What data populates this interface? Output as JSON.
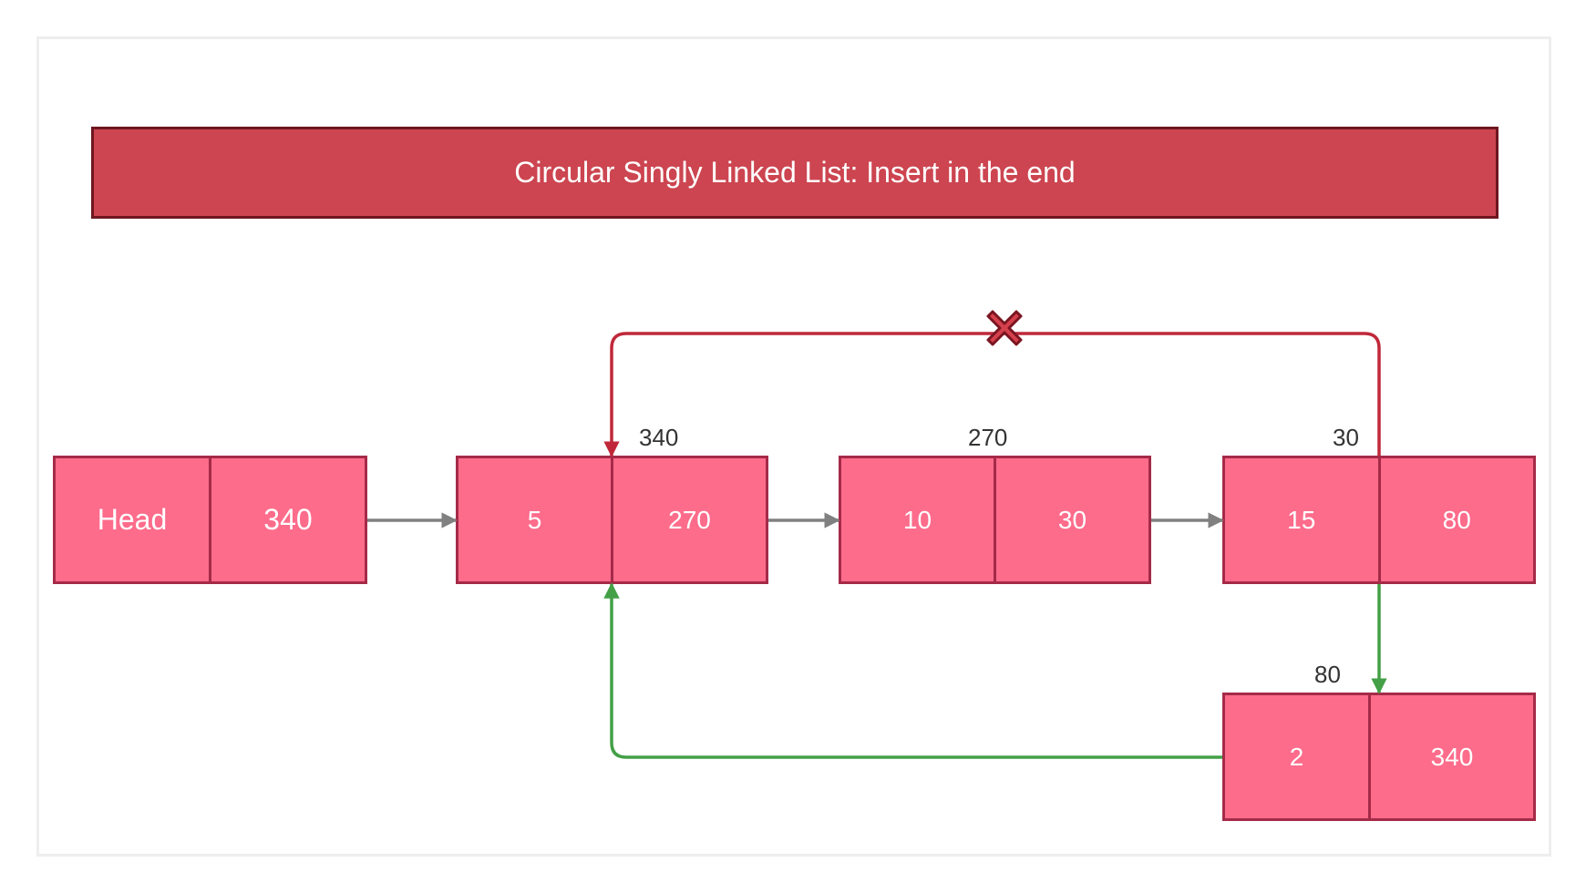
{
  "title": "Circular Singly Linked List: Insert in the end",
  "colors": {
    "title_background": "#cc4550",
    "node_fill": "#fd6c8b",
    "node_border": "#a52a48",
    "normal_link": "#808080",
    "removed_link": "#c0283a",
    "new_link": "#43a047"
  },
  "head": {
    "label": "Head",
    "pointer": "340"
  },
  "nodes": [
    {
      "address": "340",
      "value": "5",
      "next": "270"
    },
    {
      "address": "270",
      "value": "10",
      "next": "30"
    },
    {
      "address": "30",
      "value": "15",
      "next": "80"
    },
    {
      "address": "80",
      "value": "2",
      "next": "340"
    }
  ],
  "links": {
    "removed": {
      "from": "15",
      "to": "5",
      "marker": "x-icon"
    },
    "added": [
      {
        "from": "15",
        "to": "2"
      },
      {
        "from": "2",
        "to": "5"
      }
    ]
  }
}
